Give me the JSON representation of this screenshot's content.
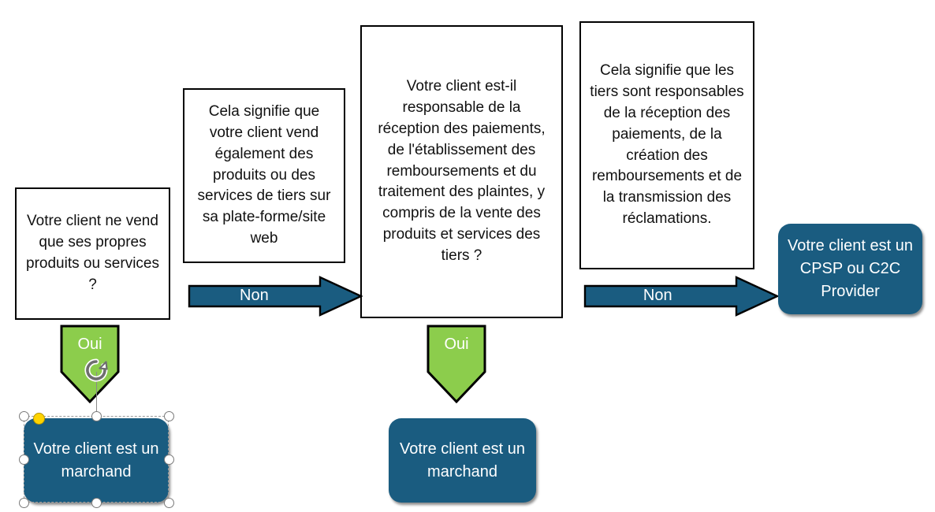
{
  "diagram": {
    "title": "Arbre de decision classification client",
    "colors": {
      "teal": "#1a5c80",
      "green": "#8ccd4c",
      "outline": "#000000",
      "canvas": "#ffffff",
      "handle_fill": "#ffffff",
      "handle_stroke": "#7a7a7a",
      "adjust_handle": "#ffd400",
      "selection_dash": "#9a9a9a"
    },
    "nodes": {
      "q1": {
        "id": "question-own-products",
        "kind": "question-box",
        "text": "Votre client ne vend que ses propres produits ou services ?"
      },
      "n1": {
        "id": "note-third-party-platform",
        "kind": "note-box",
        "text": "Cela signifie que votre client vend également des produits ou des services de tiers sur sa plate-forme/site web"
      },
      "q2": {
        "id": "question-payment-responsibility",
        "kind": "question-box",
        "text": "Votre client est-il responsable de la réception des paiements, de l'établissement des remboursements et du traitement des plaintes, y compris de la vente des produits et services des tiers ?"
      },
      "n2": {
        "id": "note-third-parties-responsible",
        "kind": "note-box",
        "text": "Cela signifie que les tiers sont responsables de la réception des paiements, de la création des remboursements et de la transmission des réclamations."
      },
      "r1": {
        "id": "result-merchant-left",
        "kind": "result-box",
        "text": "Votre client est un marchand",
        "selected": true
      },
      "r2": {
        "id": "result-merchant-middle",
        "kind": "result-box",
        "text": "Votre client est un marchand",
        "selected": false
      },
      "r3": {
        "id": "result-cpsp-c2c",
        "kind": "result-box",
        "text": "Votre client est un CPSP ou C2C Provider",
        "selected": false
      }
    },
    "connectors": {
      "non_1": {
        "id": "arrow-non-1",
        "direction": "right",
        "label": "Non",
        "color": "#1a5c80"
      },
      "non_2": {
        "id": "arrow-non-2",
        "direction": "right",
        "label": "Non",
        "color": "#1a5c80"
      },
      "oui_1": {
        "id": "arrow-oui-1",
        "direction": "down",
        "label": "Oui",
        "color": "#8ccd4c",
        "selected": true
      },
      "oui_2": {
        "id": "arrow-oui-2",
        "direction": "down",
        "label": "Oui",
        "color": "#8ccd4c",
        "selected": false
      }
    },
    "selection": {
      "target": "result-merchant-left",
      "handle_count": 8,
      "has_rotation_handle": true,
      "has_adjustment_handle": true
    }
  }
}
